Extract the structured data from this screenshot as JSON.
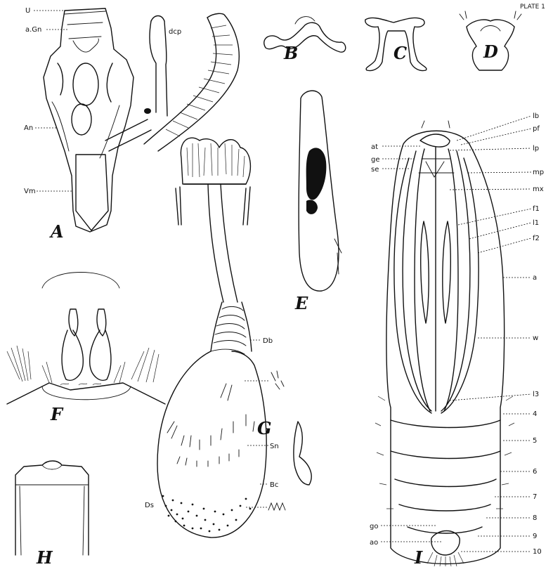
{
  "plate": {
    "corner_text": "PLATE 1",
    "figures": [
      {
        "id": "A",
        "label": "A"
      },
      {
        "id": "B",
        "label": "B"
      },
      {
        "id": "C",
        "label": "C"
      },
      {
        "id": "D",
        "label": "D"
      },
      {
        "id": "E",
        "label": "E"
      },
      {
        "id": "F",
        "label": "F"
      },
      {
        "id": "G",
        "label": "G"
      },
      {
        "id": "H",
        "label": "H"
      },
      {
        "id": "I",
        "label": "I"
      }
    ]
  },
  "figA": {
    "labels": [
      "U",
      "a.Gn",
      "An",
      "Vm",
      "dcp"
    ]
  },
  "figG": {
    "labels": [
      "Db",
      "Sn",
      "Bc",
      "Ds"
    ]
  },
  "figI": {
    "left_labels": [
      "at",
      "ge",
      "se",
      "go",
      "ao"
    ],
    "right_labels": [
      "lb",
      "pf",
      "lp",
      "mp",
      "mx",
      "f1",
      "l1",
      "f2",
      "a",
      "w",
      "l3",
      "4",
      "5",
      "6",
      "7",
      "8",
      "9",
      "10"
    ]
  }
}
